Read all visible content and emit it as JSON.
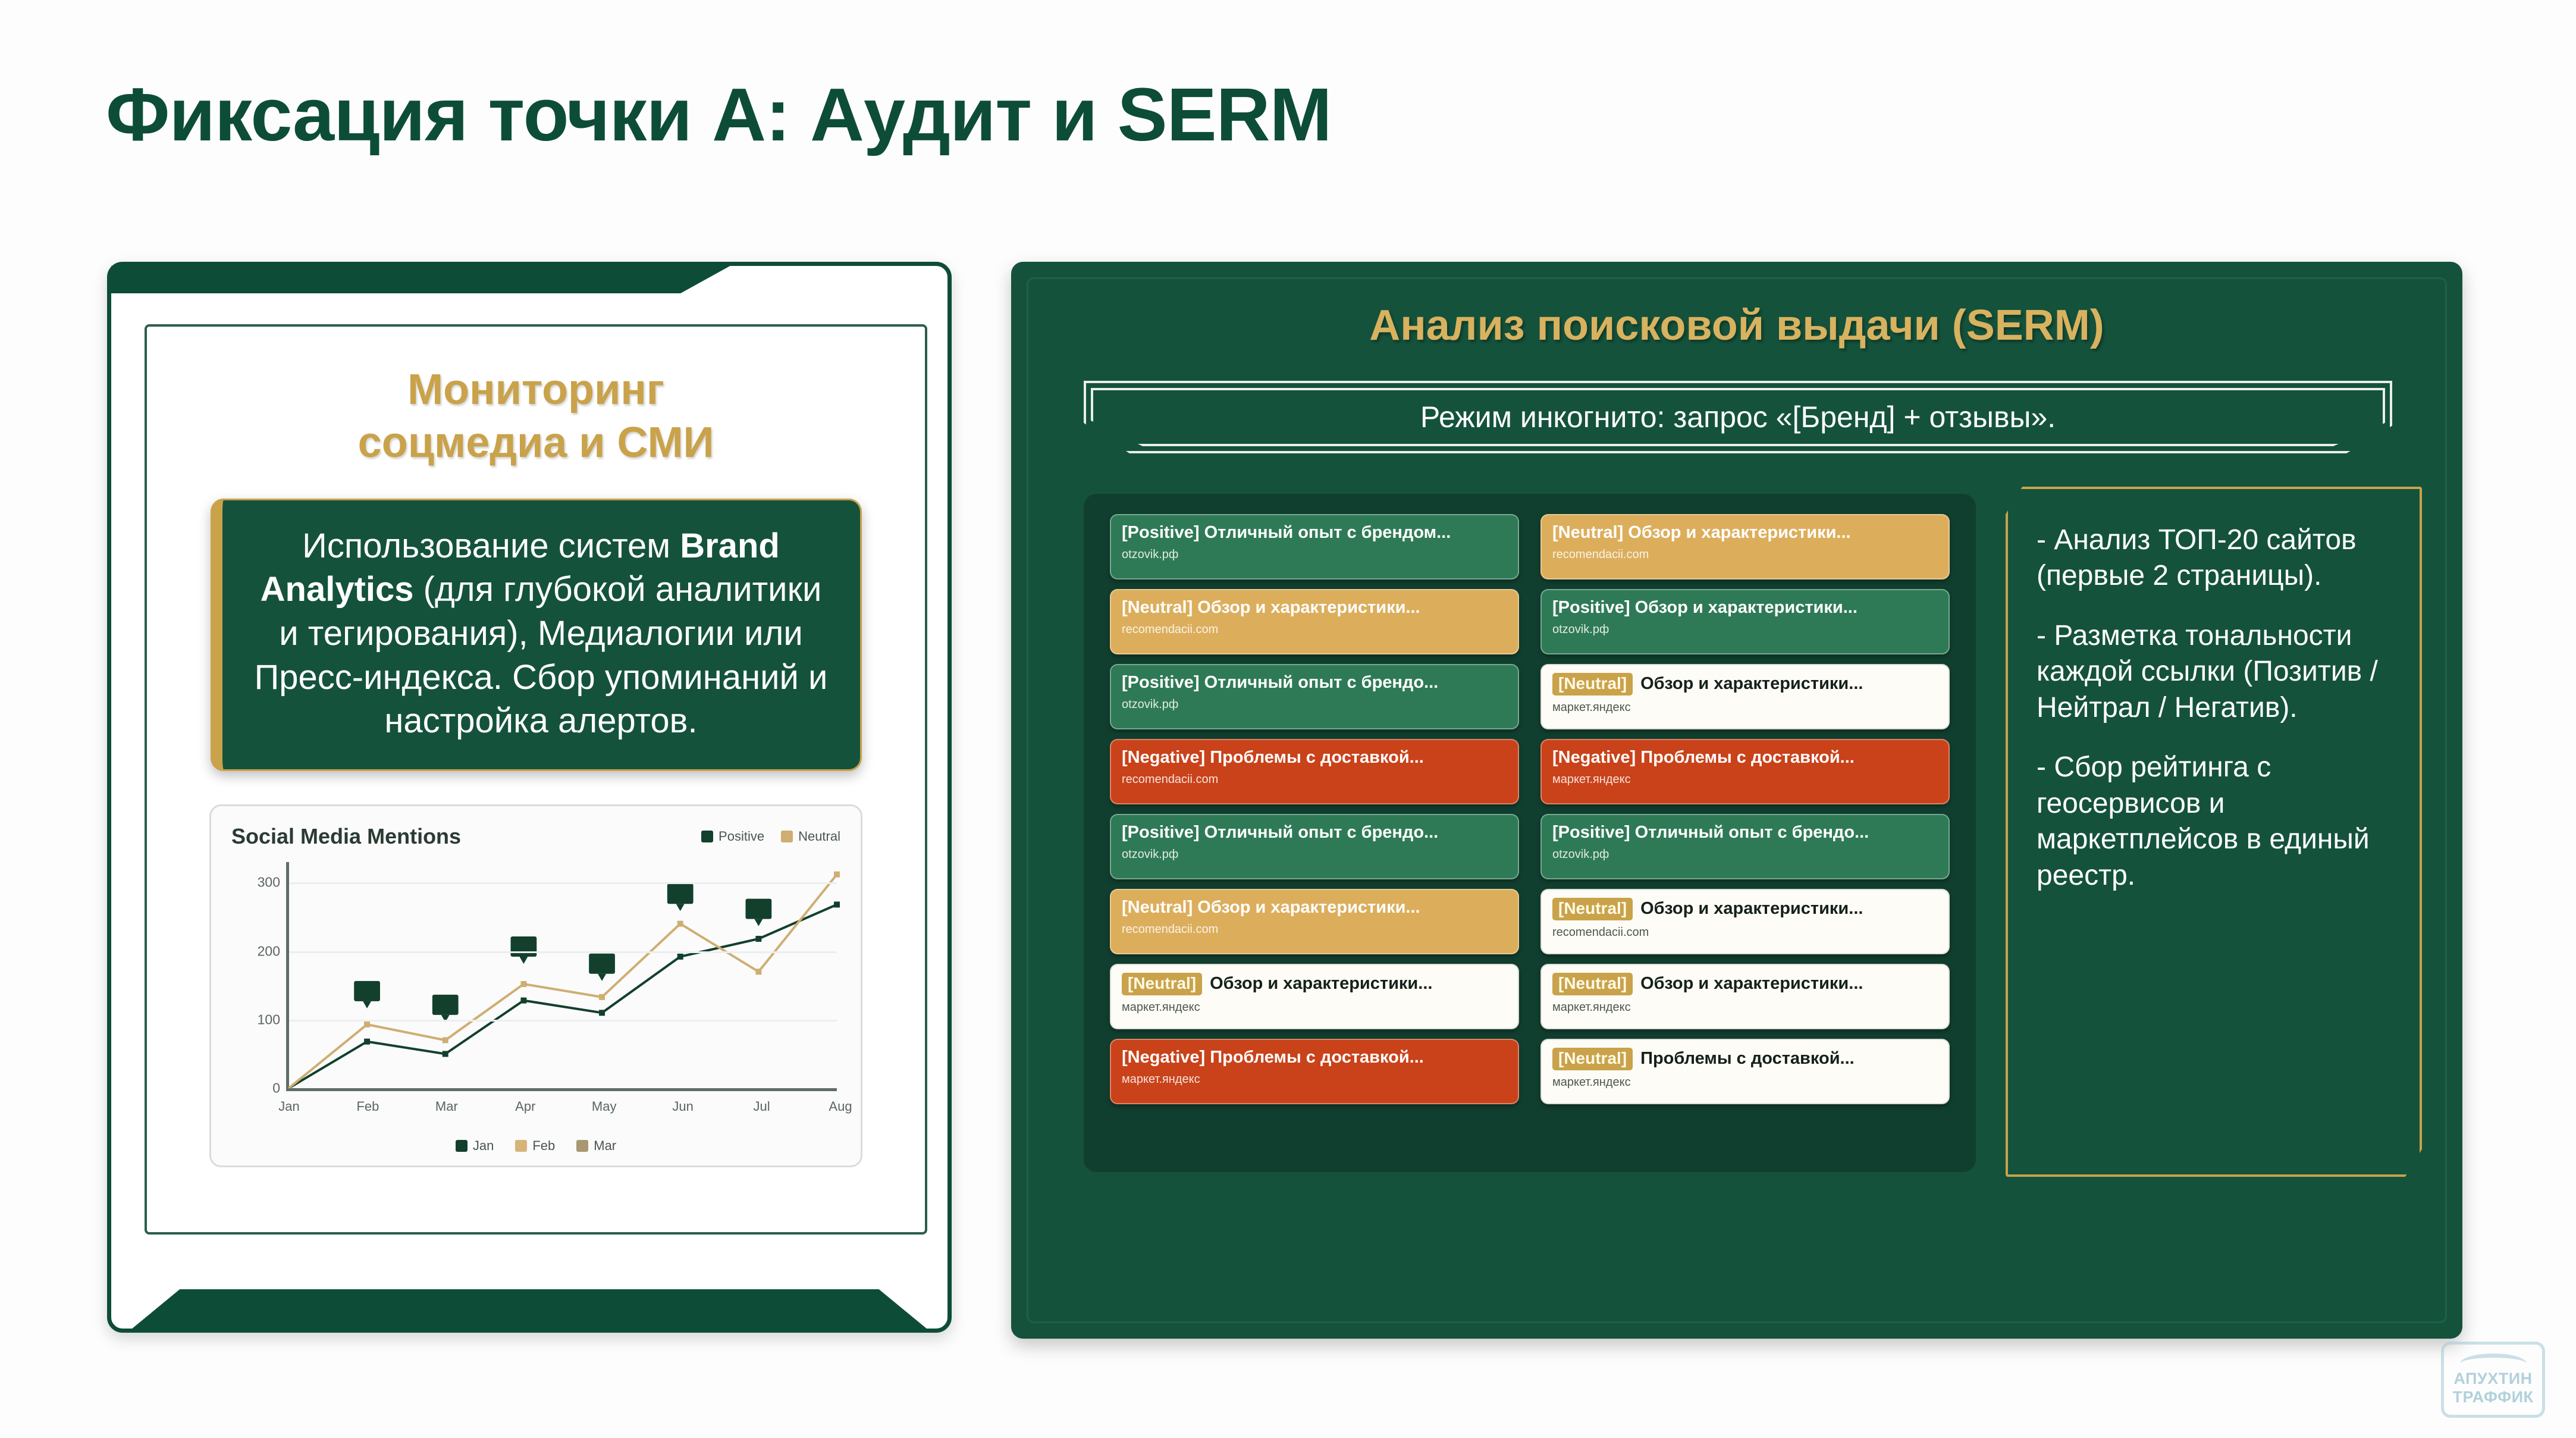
{
  "slide": {
    "title": "Фиксация точки А: Аудит и SERM",
    "accent_green": "#0d4d38",
    "accent_gold": "#c9a24a",
    "panel_green": "#14523c"
  },
  "left_panel": {
    "heading_line1": "Мониторинг",
    "heading_line2": "соцмедиа и СМИ",
    "body_parts": {
      "p1": "Использование систем ",
      "b1": "Brand Analytics",
      "p2": " (для глубокой аналитики и тегирования), Медиалогии или Пресс-индекса. Сбор упоминаний и настройка алертов."
    }
  },
  "chart_data": {
    "type": "line",
    "title": "Social Media Mentions",
    "xlabel": "",
    "ylabel": "",
    "ylim": [
      0,
      330
    ],
    "yticks": [
      0,
      100,
      200,
      300
    ],
    "grid": true,
    "legend_position": "top-right",
    "categories": [
      "Jan",
      "Feb",
      "Mar",
      "Apr",
      "May",
      "Jun",
      "Jul",
      "Aug"
    ],
    "series": [
      {
        "name": "Positive",
        "color": "#12402d",
        "values": [
          0,
          68,
          50,
          128,
          110,
          192,
          218,
          268
        ]
      },
      {
        "name": "Neutral",
        "color": "#cfae72",
        "values": [
          0,
          93,
          70,
          152,
          133,
          240,
          170,
          312
        ]
      }
    ],
    "marker_labels": [
      {
        "x": 1,
        "y": 120
      },
      {
        "x": 2,
        "y": 100
      },
      {
        "x": 3,
        "y": 185
      },
      {
        "x": 4,
        "y": 160
      },
      {
        "x": 5,
        "y": 262
      },
      {
        "x": 6,
        "y": 240
      }
    ],
    "bottom_legend": [
      {
        "name": "Jan",
        "color": "#12402d"
      },
      {
        "name": "Feb",
        "color": "#d5b479"
      },
      {
        "name": "Mar",
        "color": "#a89871"
      }
    ]
  },
  "right_panel": {
    "title": "Анализ поисковой выдачи (SERM)",
    "query": "Режим инкогнито: запрос «[Бренд] + отзывы».",
    "results": [
      {
        "tone": "Positive",
        "label": "[Positive]",
        "text": "Отличный опыт с брендом...",
        "source": "otzovik.рф",
        "style": "pos"
      },
      {
        "tone": "Neutral",
        "label": "[Neutral]",
        "text": "Обзор и характеристики...",
        "source": "recomendacii.com",
        "style": "neu"
      },
      {
        "tone": "Neutral",
        "label": "[Neutral]",
        "text": "Обзор и характеристики...",
        "source": "recomendacii.com",
        "style": "neu"
      },
      {
        "tone": "Positive",
        "label": "[Positive]",
        "text": "Обзор и характеристики...",
        "source": "otzovik.рф",
        "style": "pos"
      },
      {
        "tone": "Positive",
        "label": "[Positive]",
        "text": "Отличный опыт с брендо...",
        "source": "otzovik.рф",
        "style": "pos"
      },
      {
        "tone": "Neutral",
        "label": "[Neutral]",
        "text": "Обзор и характеристики...",
        "source": "маркет.яндекс",
        "style": "white"
      },
      {
        "tone": "Negative",
        "label": "[Negative]",
        "text": "Проблемы с доставкой...",
        "source": "recomendacii.com",
        "style": "neg"
      },
      {
        "tone": "Negative",
        "label": "[Negative]",
        "text": "Проблемы с доставкой...",
        "source": "маркет.яндекс",
        "style": "neg"
      },
      {
        "tone": "Positive",
        "label": "[Positive]",
        "text": "Отличный опыт с брендо...",
        "source": "otzovik.рф",
        "style": "pos"
      },
      {
        "tone": "Positive",
        "label": "[Positive]",
        "text": "Отличный опыт с брендо...",
        "source": "otzovik.рф",
        "style": "pos"
      },
      {
        "tone": "Neutral",
        "label": "[Neutral]",
        "text": "Обзор и характеристики...",
        "source": "recomendacii.com",
        "style": "neu"
      },
      {
        "tone": "Neutral",
        "label": "[Neutral]",
        "text": "Обзор и характеристики...",
        "source": "recomendacii.com",
        "style": "white"
      },
      {
        "tone": "Neutral",
        "label": "[Neutral]",
        "text": "Обзор и характеристики...",
        "source": "маркет.яндекс",
        "style": "white"
      },
      {
        "tone": "Neutral",
        "label": "[Neutral]",
        "text": "Обзор и характеристики...",
        "source": "маркет.яндекс",
        "style": "white"
      },
      {
        "tone": "Negative",
        "label": "[Negative]",
        "text": "Проблемы с доставкой...",
        "source": "маркет.яндекс",
        "style": "neg"
      },
      {
        "tone": "Neutral",
        "label": "[Neutral]",
        "text": "Проблемы с доставкой...",
        "source": "маркет.яндекс",
        "style": "white"
      }
    ],
    "notes": [
      "- Анализ ТОП-20 сайтов (первые 2 страницы).",
      "- Разметка тональности каждой ссылки (Позитив / Нейтрал / Негатив).",
      "- Сбор рейтинга с геосервисов и маркетплейсов в единый реестр."
    ]
  },
  "watermark": {
    "line1": "АПУХТИН",
    "line2": "ТРАФФИК"
  }
}
